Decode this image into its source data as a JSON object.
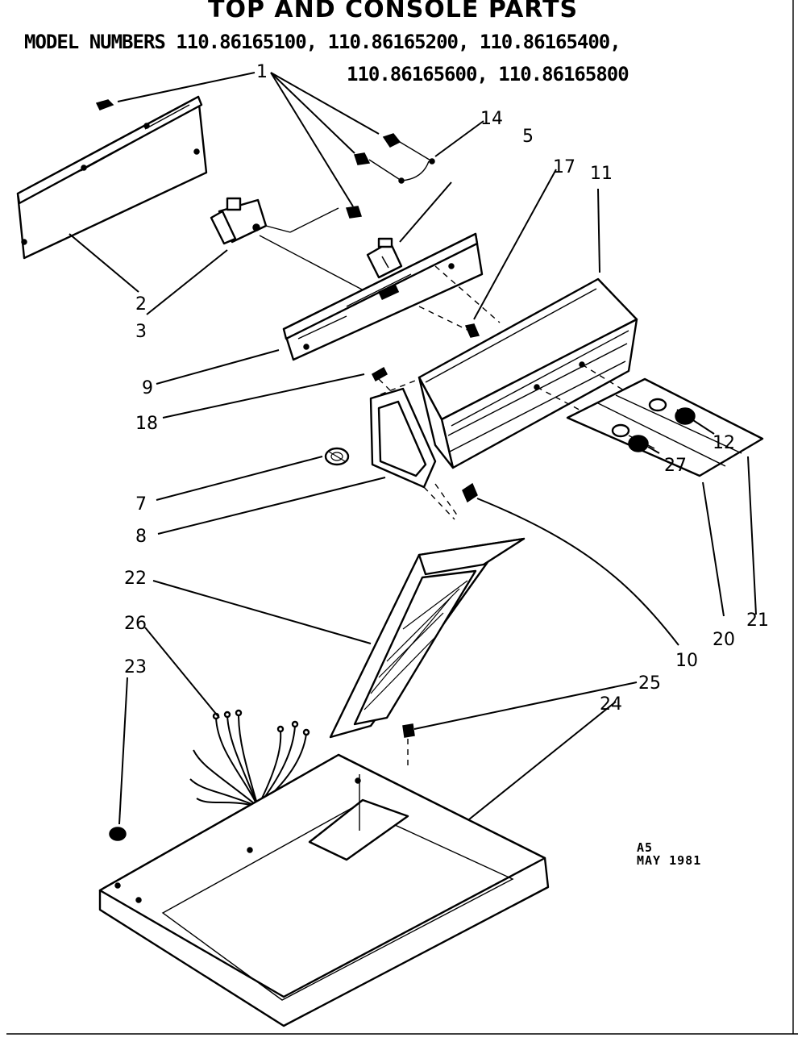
{
  "title": "TOP AND CONSOLE PARTS",
  "model_line_1": "MODEL NUMBERS 110.86165100, 110.86165200, 110.86165400,",
  "model_line_2": "110.86165600, 110.86165800",
  "date_code": "A5",
  "date": "MAY 1981",
  "callouts": [
    {
      "id": "c1",
      "label": "1"
    },
    {
      "id": "c2",
      "label": "2"
    },
    {
      "id": "c3",
      "label": "3"
    },
    {
      "id": "c5",
      "label": "5"
    },
    {
      "id": "c7",
      "label": "7"
    },
    {
      "id": "c8",
      "label": "8"
    },
    {
      "id": "c9",
      "label": "9"
    },
    {
      "id": "c10",
      "label": "10"
    },
    {
      "id": "c11",
      "label": "11"
    },
    {
      "id": "c12",
      "label": "12"
    },
    {
      "id": "c14",
      "label": "14"
    },
    {
      "id": "c17",
      "label": "17"
    },
    {
      "id": "c18",
      "label": "18"
    },
    {
      "id": "c20",
      "label": "20"
    },
    {
      "id": "c21",
      "label": "21"
    },
    {
      "id": "c22",
      "label": "22"
    },
    {
      "id": "c23",
      "label": "23"
    },
    {
      "id": "c24",
      "label": "24"
    },
    {
      "id": "c25",
      "label": "25"
    },
    {
      "id": "c26",
      "label": "26"
    },
    {
      "id": "c27",
      "label": "27"
    }
  ]
}
